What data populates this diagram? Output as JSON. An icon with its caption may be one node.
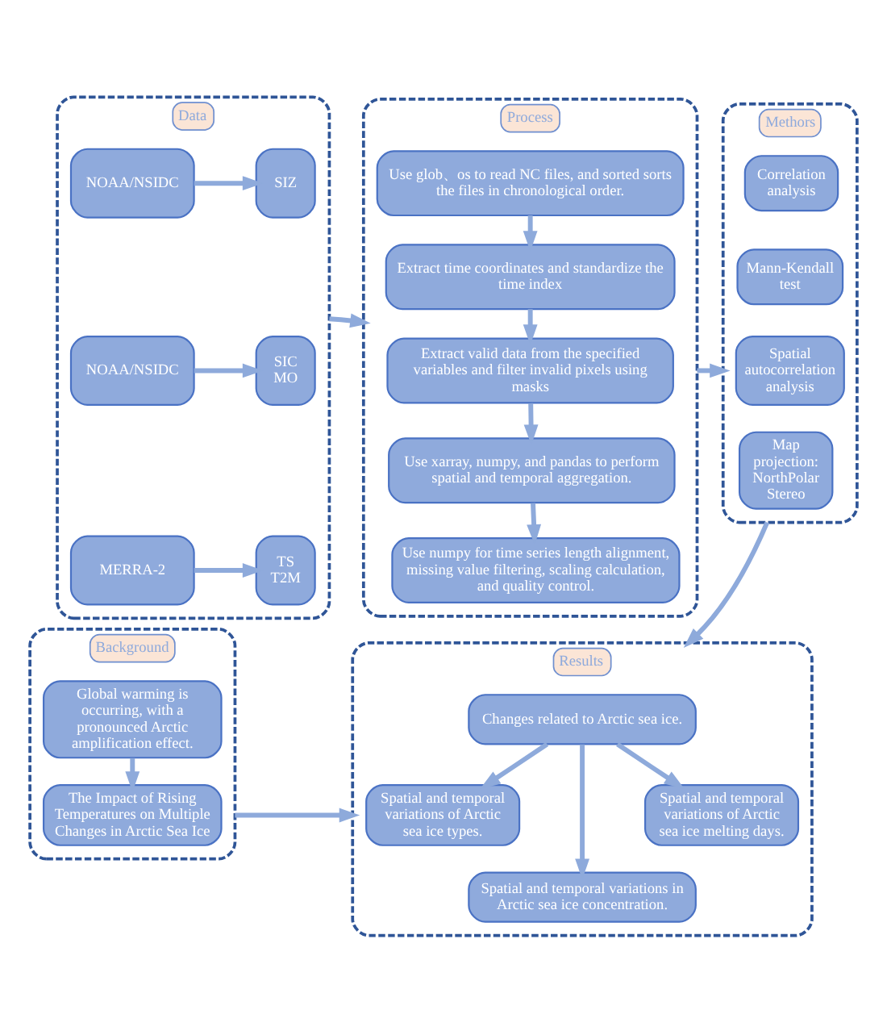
{
  "diagram": {
    "nodes": [
      {
        "text": [
          "Data"
        ]
      },
      {
        "text": [
          "NOAA/NSIDC"
        ],
        "in": 0
      },
      {
        "text": [
          "SIZ"
        ],
        "in": 0
      },
      {
        "text": [
          "NOAA/NSIDC"
        ],
        "in": 0
      },
      {
        "text": [
          "SIC MO"
        ],
        "in": 0
      },
      {
        "text": [
          "MERRA-2"
        ],
        "in": 0
      },
      {
        "text": [
          "TS T2M"
        ],
        "in": 0
      },
      {
        "text": [
          "Process"
        ]
      },
      {
        "text": [
          "Use glob、os to read NC files, and sorted sorts the files in chronological order."
        ],
        "in": 7
      },
      {
        "text": [
          "Extract time coordinates and standardize the time index"
        ],
        "in": 7
      },
      {
        "text": [
          "Extract valid data from the specified variables and filter invalid pixels using masks"
        ],
        "in": 7
      },
      {
        "text": [
          "Use xarray, numpy, and pandas to perform spatial and temporal aggregation."
        ],
        "in": 7
      },
      {
        "text": [
          "Use numpy for time series length alignment, missing value filtering, scaling calculation, and quality control."
        ],
        "in": 7
      },
      {
        "text": [
          "Methors"
        ]
      },
      {
        "text": [
          "Correlation analysis"
        ],
        "in": 13
      },
      {
        "text": [
          "Mann-Kendall test"
        ],
        "in": 13
      },
      {
        "text": [
          "Spatial autocorrelation analysis"
        ],
        "in": 13
      },
      {
        "text": [
          "Map projection: NorthPolar Stereo"
        ],
        "in": 13
      },
      {
        "text": [
          "Background"
        ]
      },
      {
        "text": [
          "Global warming is occurring, with a pronounced Arctic amplification effect."
        ],
        "in": 18
      },
      {
        "text": [
          "The Impact of Rising Temperatures on Multiple Changes in Arctic Sea Ice"
        ],
        "in": 18
      },
      {
        "text": [
          "Results"
        ]
      },
      {
        "text": [
          "Changes related to Arctic sea ice."
        ],
        "in": 21
      },
      {
        "text": [
          "Spatial and temporal variations of Arctic sea ice types."
        ],
        "in": 21
      },
      {
        "text": [
          "Spatial and temporal variations of Arctic sea ice melting days."
        ],
        "in": 21
      },
      {
        "text": [
          "Spatial and temporal variations in Arctic sea ice concentration."
        ],
        "in": 21
      }
    ],
    "edges": [
      {
        "from": 1,
        "to": 2,
        "arrow": "to"
      },
      {
        "from": 3,
        "to": 4,
        "arrow": "to"
      },
      {
        "from": 5,
        "to": 6,
        "arrow": "to"
      },
      {
        "from": 0,
        "to": 7,
        "arrow": "to"
      },
      {
        "from": 8,
        "to": 9,
        "arrow": "to"
      },
      {
        "from": 9,
        "to": 10,
        "arrow": "to"
      },
      {
        "from": 10,
        "to": 11,
        "arrow": "to"
      },
      {
        "from": 11,
        "to": 12,
        "arrow": "to"
      },
      {
        "from": 7,
        "to": 13,
        "arrow": "to"
      },
      {
        "from": 13,
        "to": 21,
        "arrow": "to"
      },
      {
        "from": 19,
        "to": 20,
        "arrow": "to"
      },
      {
        "from": 18,
        "to": 21,
        "arrow": "to"
      },
      {
        "from": 22,
        "to": 23,
        "arrow": "to"
      },
      {
        "from": 22,
        "to": 25,
        "arrow": "to"
      },
      {
        "from": 22,
        "to": 24,
        "arrow": "to"
      }
    ]
  }
}
